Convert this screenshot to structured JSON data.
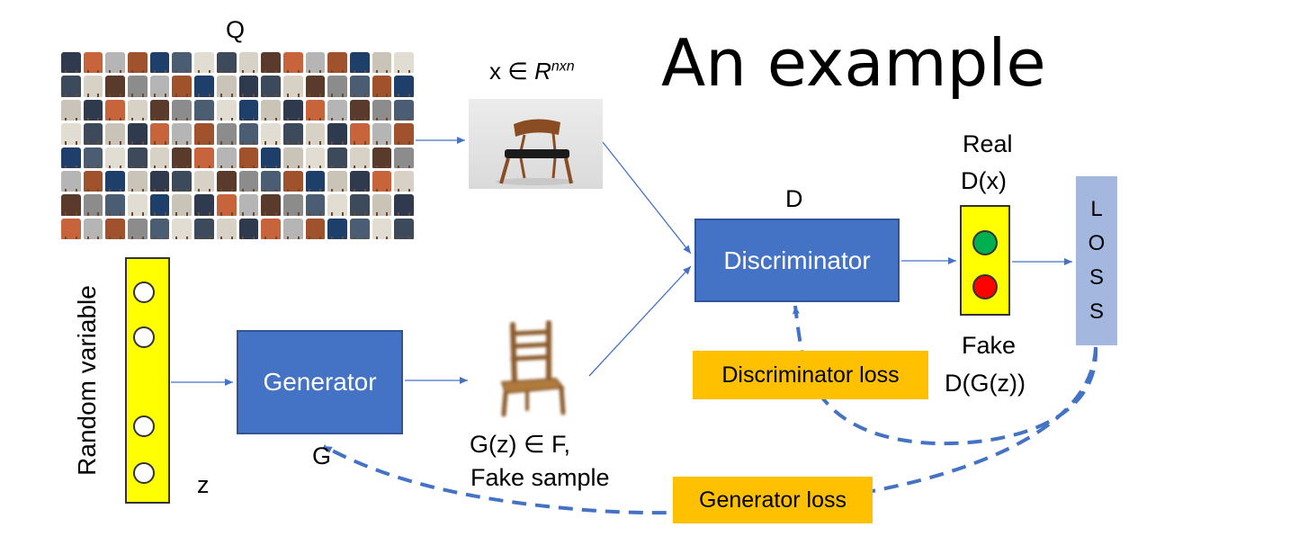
{
  "title": "An example",
  "labels": {
    "q": "Q",
    "x_in_r_prefix": "x ∈ ",
    "x_in_r_base": "R",
    "x_in_r_sup": "nxn",
    "d": "D",
    "real": "Real",
    "real_dx": "D(x)",
    "fake": "Fake",
    "fake_dgz": "D(G(z))",
    "random_variable": "Random variable",
    "z": "z",
    "g": "G",
    "gz_in_f": "G(z) ∈ F,",
    "fake_sample": "Fake sample"
  },
  "boxes": {
    "generator": "Generator",
    "discriminator": "Discriminator",
    "loss_letters": [
      "L",
      "O",
      "S",
      "S"
    ],
    "discriminator_loss": "Discriminator loss",
    "generator_loss": "Generator loss"
  },
  "colors": {
    "block_blue": "#4472c4",
    "loss_blue": "#a4b7df",
    "loss_orange": "#ffc000",
    "yellow": "#ffff00",
    "real_light": "#00b050",
    "fake_light": "#ff0000",
    "arrow": "#4472c4"
  },
  "icons": {
    "dataset": "chair-image-grid-icon",
    "real_sample": "wooden-chair-photo-icon",
    "fake_sample": "blurry-chair-icon"
  }
}
